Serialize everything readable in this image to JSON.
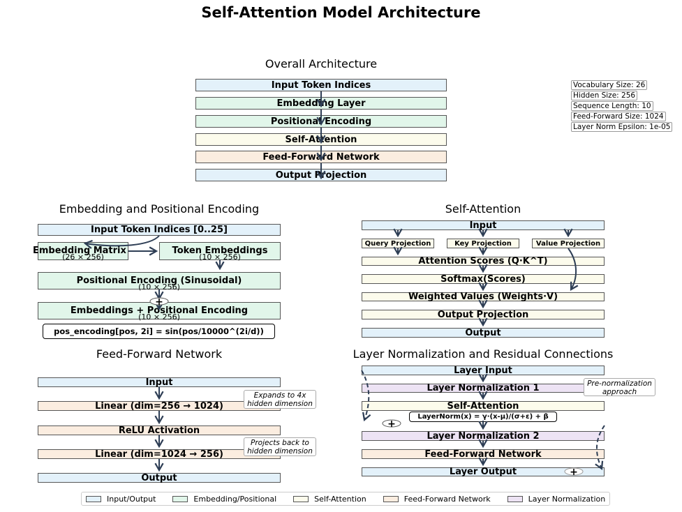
{
  "title": "Self-Attention Model Architecture",
  "colors": {
    "io": "#e3f1fa",
    "embedding": "#e1f6ea",
    "attention": "#fcfbec",
    "feedforward": "#fbede0",
    "layernorm": "#ede3f4",
    "arrow": "#2e3e55"
  },
  "overall": {
    "title": "Overall Architecture",
    "boxes": [
      "Input Token Indices",
      "Embedding Layer",
      "Positional Encoding",
      "Self-Attention",
      "Feed-Forward Network",
      "Output Projection"
    ]
  },
  "config": {
    "lines": [
      "Vocabulary Size: 26",
      "Hidden Size: 256",
      "Sequence Length: 10",
      "Feed-Forward Size: 1024",
      "Layer Norm Epsilon: 1e-05"
    ]
  },
  "embedding": {
    "title": "Embedding and Positional Encoding",
    "input": "Input Token Indices [0..25]",
    "matrix": "Embedding Matrix",
    "matrix_dim": "(26 × 256)",
    "token_emb": "Token Embeddings",
    "token_dim": "(10 × 256)",
    "pos_enc": "Positional Encoding (Sinusoidal)",
    "pos_dim": "(10 × 256)",
    "plus": "+",
    "sum": "Embeddings + Positional Encoding",
    "sum_dim": "(10 × 256)",
    "formula": "pos_encoding[pos, 2i] = sin(pos/10000^(2i/d))"
  },
  "attention": {
    "title": "Self-Attention",
    "input": "Input",
    "query": "Query Projection",
    "key": "Key Projection",
    "value": "Value Projection",
    "scores": "Attention Scores (Q·K^T)",
    "softmax": "Softmax(Scores)",
    "weighted": "Weighted Values (Weights·V)",
    "out_proj": "Output Projection",
    "output": "Output"
  },
  "ffn": {
    "title": "Feed-Forward Network",
    "input": "Input",
    "linear1": "Linear (dim=256 → 1024)",
    "relu": "ReLU Activation",
    "linear2": "Linear (dim=1024 → 256)",
    "output": "Output",
    "note1": [
      "Expands to 4x",
      "hidden dimension"
    ],
    "note2": [
      "Projects back to",
      "hidden dimension"
    ]
  },
  "layernorm": {
    "title": "Layer Normalization and Residual Connections",
    "input": "Layer Input",
    "ln1": "Layer Normalization 1",
    "self_att": "Self-Attention",
    "formula": "LayerNorm(x) = γ·(x-μ)/(σ+ε) + β",
    "ln2": "Layer Normalization 2",
    "ffn": "Feed-Forward Network",
    "output": "Layer Output",
    "plus": "+",
    "note": [
      "Pre-normalization",
      "approach"
    ]
  },
  "legend": [
    {
      "label": "Input/Output",
      "color": "#e3f1fa"
    },
    {
      "label": "Embedding/Positional",
      "color": "#e1f6ea"
    },
    {
      "label": "Self-Attention",
      "color": "#fcfbec"
    },
    {
      "label": "Feed-Forward Network",
      "color": "#fbede0"
    },
    {
      "label": "Layer Normalization",
      "color": "#ede3f4"
    }
  ]
}
